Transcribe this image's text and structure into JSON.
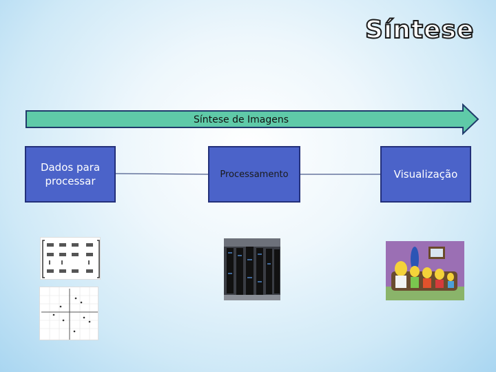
{
  "slide": {
    "title": "Síntese",
    "arrow_label": "Síntese de Imagens",
    "boxes": {
      "data": "Dados para processar",
      "processing": "Processamento",
      "visualization": "Visualização"
    },
    "colors": {
      "arrow_fill": "#5fcaa8",
      "arrow_stroke": "#1f3a6b",
      "box_fill": "#4b63c9",
      "box_border": "#23307a"
    },
    "images": {
      "matrix": "matrix-image",
      "plot": "scatter-plot-image",
      "servers": "server-racks-photo",
      "cartoon": "cartoon-family-image"
    }
  }
}
